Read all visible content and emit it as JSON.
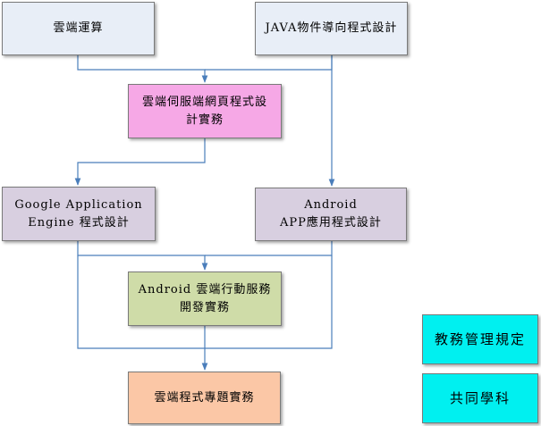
{
  "nodes": {
    "cloud_computing": {
      "label": "雲端運算",
      "color": "#e8eef7"
    },
    "java_oop": {
      "label": "JAVA物件導向程式設計",
      "color": "#e8eef7"
    },
    "cloud_server_web": {
      "label": "雲端伺服端網頁程式設\n計實務",
      "color": "#f6a8e6"
    },
    "google_app_engine": {
      "label": "Google Application\nEngine  程式設計",
      "color": "#d8cfe0"
    },
    "android_app": {
      "label": "Android\nAPP應用程式設計",
      "color": "#d8cfe0"
    },
    "android_cloud_mobile": {
      "label": "Android 雲端行動服務\n開發實務",
      "color": "#cfdca8"
    },
    "cloud_project": {
      "label": "雲端程式專題實務",
      "color": "#fbc7a6"
    }
  },
  "legend": {
    "academic_rules": {
      "label": "教務管理規定",
      "color": "#00f0f0"
    },
    "common_subjects": {
      "label": "共同學科",
      "color": "#00f0f0"
    }
  },
  "edge_color": "#4a7ebb"
}
